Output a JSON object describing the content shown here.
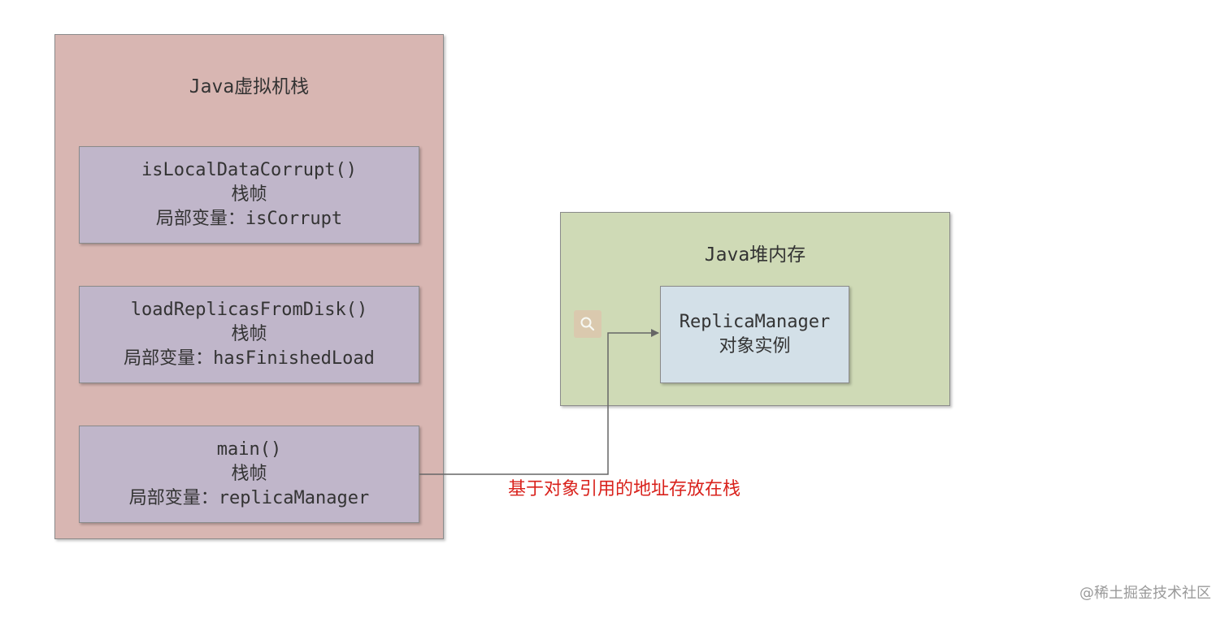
{
  "stack": {
    "title": "Java虚拟机栈",
    "frames": [
      {
        "method": "isLocalDataCorrupt()",
        "label": "栈帧",
        "local_var": "局部变量：isCorrupt"
      },
      {
        "method": "loadReplicasFromDisk()",
        "label": "栈帧",
        "local_var": "局部变量：hasFinishedLoad"
      },
      {
        "method": "main()",
        "label": "栈帧",
        "local_var": "局部变量：replicaManager"
      }
    ]
  },
  "heap": {
    "title": "Java堆内存",
    "object": {
      "name": "ReplicaManager",
      "label": "对象实例"
    }
  },
  "annotation": "基于对象引用的地址存放在栈",
  "watermark": "@稀土掘金技术社区",
  "icons": {
    "search": "search-icon"
  },
  "colors": {
    "stack_bg": "#d8b6b2",
    "frame_bg": "#c0b6ca",
    "heap_bg": "#cfdab6",
    "object_bg": "#d3e0e8",
    "annotation": "#d9221c"
  }
}
